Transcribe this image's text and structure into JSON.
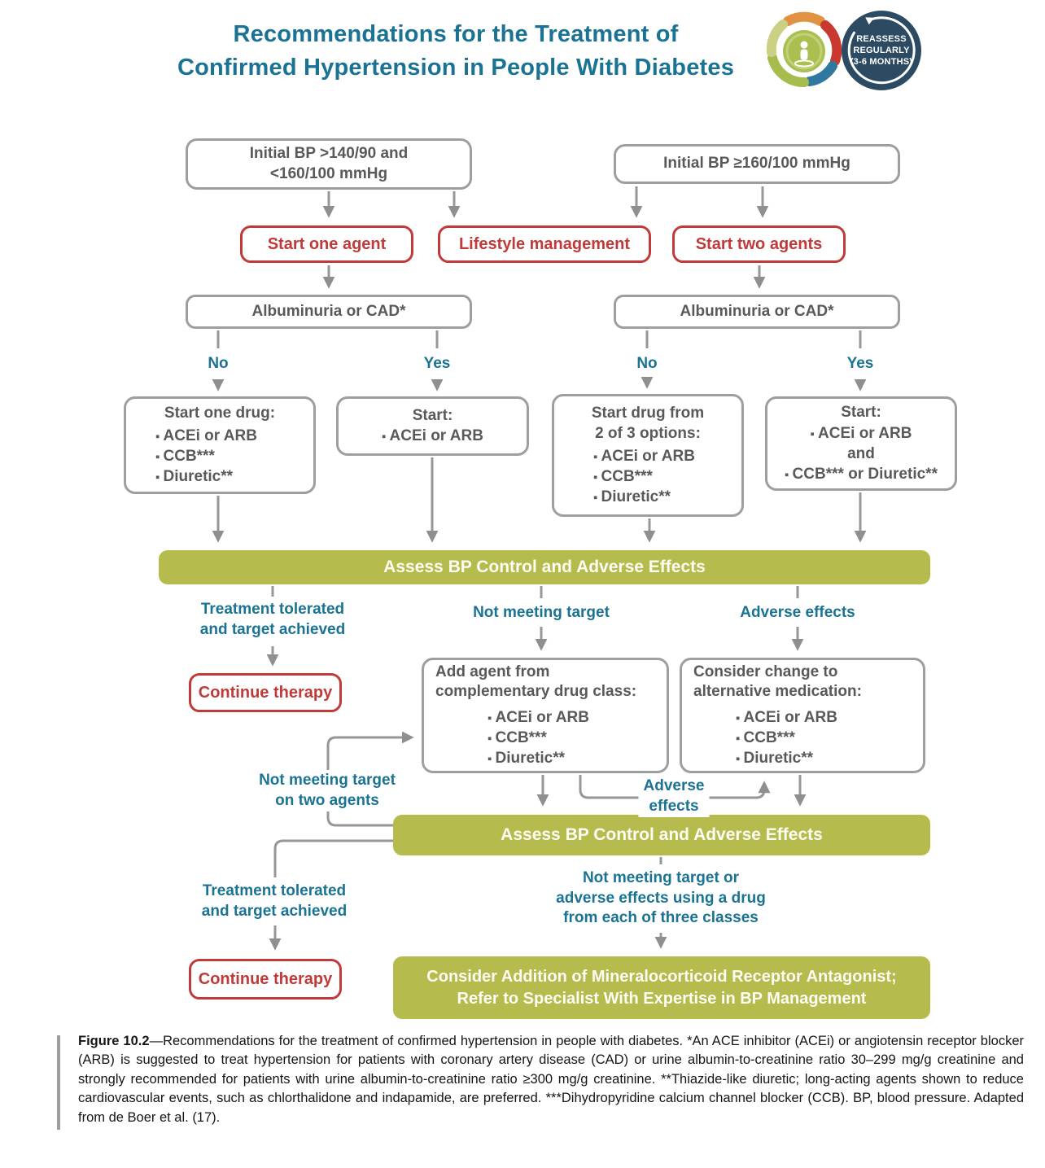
{
  "header": {
    "title": "Recommendations for the Treatment of\nConfirmed Hypertension in People With Diabetes",
    "badge_text": "REASSESS\nREGULARLY\n(3-6 MONTHS)"
  },
  "colors": {
    "teal": "#1b7394",
    "red": "#bf3a38",
    "olive": "#b5bc4d",
    "gray_border": "#9c9e9f",
    "navy_badge": "#2d4a63",
    "arrow_gray": "#979797"
  },
  "flow": {
    "bp_moderate": "Initial BP >140/90 and\n<160/100 mmHg",
    "bp_high": "Initial BP ≥160/100 mmHg",
    "start_one_agent": "Start one agent",
    "lifestyle": "Lifestyle management",
    "start_two_agents": "Start two agents",
    "albuminuria_left": "Albuminuria or CAD*",
    "albuminuria_right": "Albuminuria or CAD*",
    "branch": {
      "no": "No",
      "yes": "Yes"
    },
    "box_start_one_drug": {
      "heading": "Start one drug:",
      "items": [
        "ACEi or ARB",
        "CCB***",
        "Diuretic**"
      ]
    },
    "box_start_acei": {
      "heading": "Start:",
      "items": [
        "ACEi or ARB"
      ]
    },
    "box_two_of_three": {
      "heading": "Start drug from\n2 of 3 options:",
      "items": [
        "ACEi or ARB",
        "CCB***",
        "Diuretic**"
      ]
    },
    "box_start_combo": {
      "heading": "Start:",
      "item1": "ACEi or ARB",
      "connector": "and",
      "item2": "CCB*** or Diuretic**"
    },
    "assess_bar1": "Assess BP Control and Adverse Effects",
    "assess_bar2": "Assess BP Control and Adverse Effects",
    "labels": {
      "tolerated1": "Treatment tolerated\nand target achieved",
      "not_meeting_target": "Not meeting target",
      "adverse_effects": "Adverse effects",
      "not_meeting_two_agents": "Not meeting target\non two agents",
      "adverse_effects_loop": "Adverse\neffects",
      "not_meeting_three_classes": "Not meeting target or\nadverse effects using a drug\nfrom each of three classes",
      "tolerated2": "Treatment tolerated\nand target achieved"
    },
    "continue_therapy1": "Continue therapy",
    "continue_therapy2": "Continue therapy",
    "box_add_agent": {
      "heading": "Add agent from\ncomplementary drug class:",
      "items": [
        "ACEi or ARB",
        "CCB***",
        "Diuretic**"
      ]
    },
    "box_consider_change": {
      "heading": "Consider change to\nalternative medication:",
      "items": [
        "ACEi or ARB",
        "CCB***",
        "Diuretic**"
      ]
    },
    "final_bar": "Consider Addition of Mineralocorticoid Receptor Antagonist;\nRefer to Specialist With Expertise in BP Management"
  },
  "caption": {
    "label": "Figure 10.2",
    "text": "—Recommendations for the treatment of confirmed hypertension in people with diabetes. *An ACE inhibitor (ACEi) or angiotensin receptor blocker (ARB) is suggested to treat hypertension for patients with coronary artery disease (CAD) or urine albumin-to-creatinine ratio 30–299 mg/g creatinine and strongly recommended for patients with urine albumin-to-creatinine ratio ≥300 mg/g creatinine. **Thiazide-like diuretic; long-acting agents shown to reduce cardiovascular events, such as chlorthalidone and indapamide, are preferred. ***Dihydropyridine calcium channel blocker (CCB). BP, blood pressure. Adapted from de Boer et al. (17)."
  }
}
